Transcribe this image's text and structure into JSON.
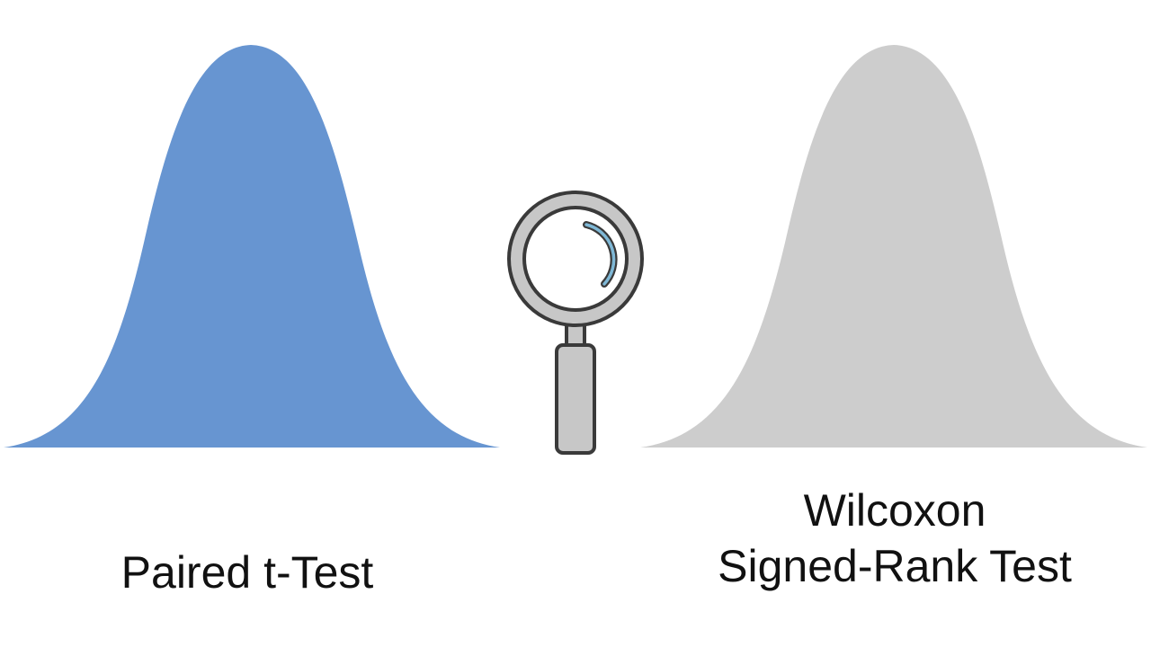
{
  "left_panel": {
    "label": "Paired t-Test",
    "curve_color": "#6795D1"
  },
  "center": {
    "icon": "magnifying-glass-icon",
    "stroke_color": "#3A3A3A",
    "fill_color": "#C7C7C7",
    "lens_highlight_color": "#7FB8D6"
  },
  "right_panel": {
    "label_line1": "Wilcoxon",
    "label_line2": "Signed-Rank Test",
    "curve_color": "#CDCDCD"
  }
}
